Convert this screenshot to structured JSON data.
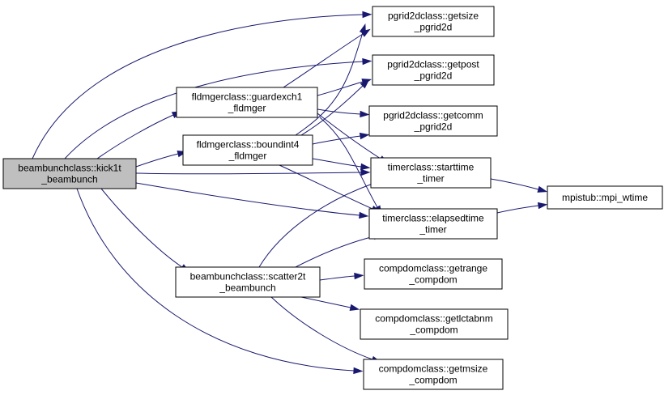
{
  "nodes": [
    {
      "id": "kick1t",
      "lines": [
        "beambunchclass::kick1t",
        "_beambunch"
      ],
      "root": true
    },
    {
      "id": "guardexch1",
      "lines": [
        "fldmgerclass::guardexch1",
        "_fldmger"
      ]
    },
    {
      "id": "boundint4",
      "lines": [
        "fldmgerclass::boundint4",
        "_fldmger"
      ]
    },
    {
      "id": "scatter2t",
      "lines": [
        "beambunchclass::scatter2t",
        "_beambunch"
      ]
    },
    {
      "id": "getsize",
      "lines": [
        "pgrid2dclass::getsize",
        "_pgrid2d"
      ]
    },
    {
      "id": "getpost",
      "lines": [
        "pgrid2dclass::getpost",
        "_pgrid2d"
      ]
    },
    {
      "id": "getcomm",
      "lines": [
        "pgrid2dclass::getcomm",
        "_pgrid2d"
      ]
    },
    {
      "id": "starttime",
      "lines": [
        "timerclass::starttime",
        "_timer"
      ]
    },
    {
      "id": "elapsedtime",
      "lines": [
        "timerclass::elapsedtime",
        "_timer"
      ]
    },
    {
      "id": "getrange",
      "lines": [
        "compdomclass::getrange",
        "_compdom"
      ]
    },
    {
      "id": "getlctabnm",
      "lines": [
        "compdomclass::getlctabnm",
        "_compdom"
      ]
    },
    {
      "id": "getmsize",
      "lines": [
        "compdomclass::getmsize",
        "_compdom"
      ]
    },
    {
      "id": "mpi_wtime",
      "lines": [
        "mpistub::mpi_wtime"
      ]
    }
  ],
  "edges": [
    {
      "from": "kick1t",
      "to": "getsize"
    },
    {
      "from": "kick1t",
      "to": "getpost"
    },
    {
      "from": "kick1t",
      "to": "guardexch1"
    },
    {
      "from": "kick1t",
      "to": "boundint4"
    },
    {
      "from": "kick1t",
      "to": "starttime"
    },
    {
      "from": "kick1t",
      "to": "elapsedtime"
    },
    {
      "from": "kick1t",
      "to": "scatter2t"
    },
    {
      "from": "kick1t",
      "to": "getmsize"
    },
    {
      "from": "guardexch1",
      "to": "getsize"
    },
    {
      "from": "guardexch1",
      "to": "getpost"
    },
    {
      "from": "guardexch1",
      "to": "getcomm"
    },
    {
      "from": "guardexch1",
      "to": "starttime"
    },
    {
      "from": "guardexch1",
      "to": "elapsedtime"
    },
    {
      "from": "boundint4",
      "to": "getsize"
    },
    {
      "from": "boundint4",
      "to": "getpost"
    },
    {
      "from": "boundint4",
      "to": "getcomm"
    },
    {
      "from": "boundint4",
      "to": "starttime"
    },
    {
      "from": "boundint4",
      "to": "elapsedtime"
    },
    {
      "from": "scatter2t",
      "to": "starttime"
    },
    {
      "from": "scatter2t",
      "to": "elapsedtime"
    },
    {
      "from": "scatter2t",
      "to": "getrange"
    },
    {
      "from": "scatter2t",
      "to": "getlctabnm"
    },
    {
      "from": "scatter2t",
      "to": "getmsize"
    },
    {
      "from": "starttime",
      "to": "mpi_wtime"
    },
    {
      "from": "elapsedtime",
      "to": "mpi_wtime"
    }
  ],
  "colors": {
    "edge": "#191970",
    "node_border": "#000000",
    "node_fill": "#ffffff",
    "root_fill": "#bfbfbf"
  }
}
